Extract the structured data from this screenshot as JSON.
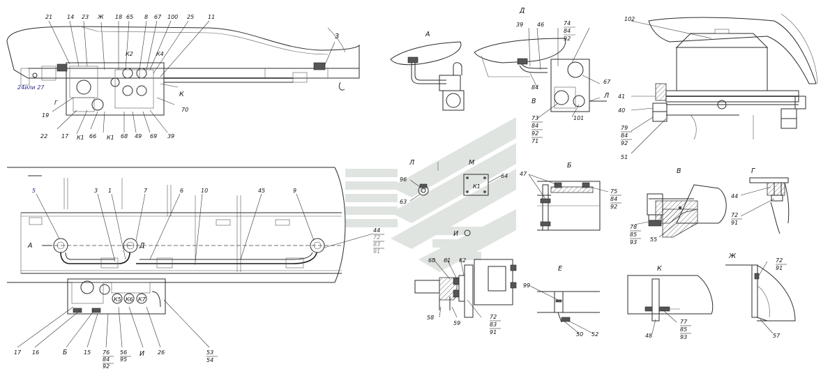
{
  "top_labels": [
    "21",
    "14",
    "23",
    "Ж",
    "18",
    "65",
    "8",
    "67",
    "100",
    "25",
    "11",
    "З",
    "24или 27",
    "Г",
    "19",
    "К",
    "70",
    "22",
    "17",
    "К1",
    "66",
    "К1",
    "68",
    "49",
    "69",
    "39",
    "К2",
    "К4"
  ],
  "side_labels": [
    "5",
    "3",
    "1",
    "7",
    "6",
    "10",
    "45",
    "9",
    "А",
    "Д",
    "44",
    "72",
    "83",
    "91",
    "17",
    "16",
    "Б",
    "15",
    "76",
    "84",
    "92",
    "56",
    "95",
    "И",
    "26",
    "53",
    "54",
    "К5",
    "К6",
    "К7"
  ],
  "view_titles": [
    "А",
    "Д",
    "Л",
    "М",
    "Б",
    "В",
    "Г",
    "Е",
    "К",
    "Ж",
    "И"
  ],
  "view_d_labels": [
    "39",
    "46",
    "74",
    "84",
    "92",
    "84",
    "В",
    "67",
    "Л",
    "73",
    "84",
    "92",
    "71",
    "101"
  ],
  "view_102_labels": [
    "102",
    "41",
    "40",
    "79",
    "84",
    "92",
    "51"
  ],
  "lm_labels": [
    "96",
    "63",
    "64",
    "К1"
  ],
  "b_labels": [
    "47",
    "75",
    "84",
    "92"
  ],
  "v_labels": [
    "78",
    "85",
    "93",
    "55"
  ],
  "g_labels": [
    "44",
    "72",
    "91"
  ],
  "detail_labels": [
    "60",
    "61",
    "62",
    "72",
    "83",
    "91",
    "58",
    "59"
  ],
  "e_labels": [
    "99",
    "50",
    "52"
  ],
  "k_labels": [
    "77",
    "85",
    "93",
    "48"
  ],
  "zh_labels": [
    "72",
    "91",
    "57"
  ]
}
